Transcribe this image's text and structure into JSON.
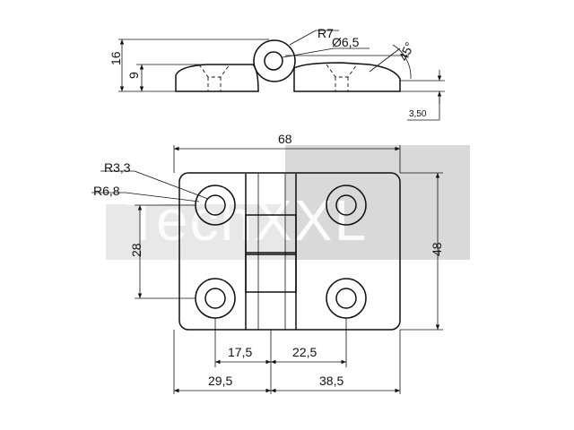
{
  "watermark": {
    "text": "TechXXL",
    "bg_color": "#d9d9d9"
  },
  "side_view": {
    "labels": {
      "height_total": "16",
      "height_leaf": "9",
      "radius": "R7",
      "diameter": "Ø6,5",
      "angle": "45°",
      "thickness": "3,50"
    }
  },
  "front_view": {
    "labels": {
      "width_total": "68",
      "height_total": "48",
      "hole_spacing_v": "28",
      "radius_small": "R3,3",
      "radius_large": "R6,8",
      "left_hole_offset": "17,5",
      "right_hole_offset": "22,5",
      "left_width": "29,5",
      "right_width": "38,5"
    }
  }
}
